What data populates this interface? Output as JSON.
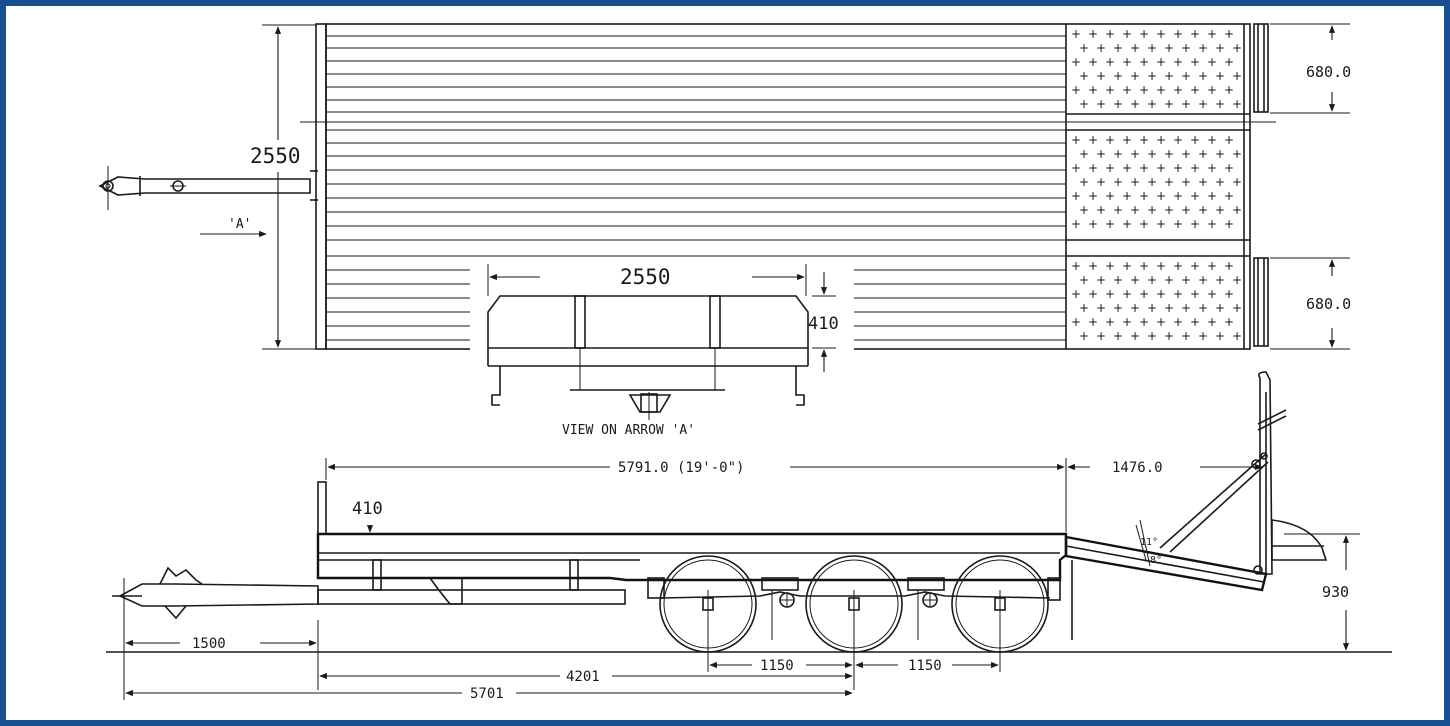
{
  "border_color": "#174f8f",
  "line_color": "#1a1a1a",
  "plan_view": {
    "overall_width": "2550",
    "ramp_width_top": "680.0",
    "ramp_width_bottom": "680.0",
    "arrow_label": "'A'"
  },
  "end_view": {
    "width": "2550",
    "height": "410",
    "caption": "VIEW ON ARROW 'A'"
  },
  "side_view": {
    "deck_length": "5791.0 (19'-0\")",
    "ramp_length": "1476.0",
    "headboard_height": "410",
    "overall_height": "930",
    "ramp_angle_top": "11°",
    "ramp_angle_bottom": "8°",
    "drawbar_length": "1500",
    "to_axle_center": "4201",
    "axle_spacing_1": "1150",
    "axle_spacing_2": "1150",
    "overall_to_axle": "5701"
  }
}
